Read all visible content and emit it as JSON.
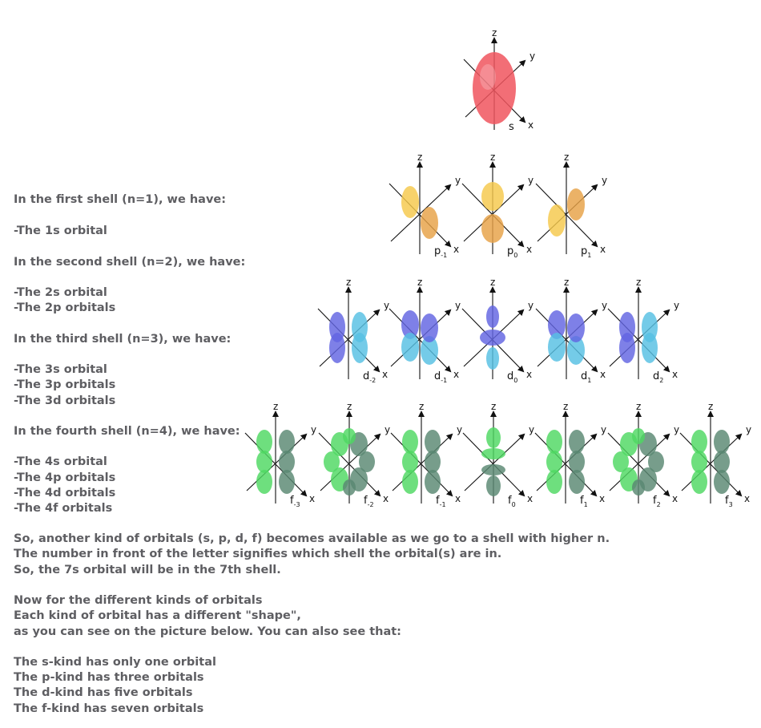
{
  "text_blocks": {
    "shell1_intro": "In the first shell (n=1), we have:",
    "shell1_items": [
      "-The 1s orbital"
    ],
    "shell2_intro": "In the second shell (n=2), we have:",
    "shell2_items": [
      "-The 2s orbital",
      "-The 2p orbitals"
    ],
    "shell3_intro": "In the third shell (n=3), we have:",
    "shell3_items": [
      "-The 3s orbital",
      "-The 3p orbitals",
      "-The 3d orbitals"
    ],
    "shell4_intro": "In the fourth shell (n=4), we have:",
    "shell4_items": [
      "-The 4s orbital",
      "-The 4p orbitals",
      "-The 4d orbitals",
      "-The 4f orbitals"
    ],
    "summary_lines": [
      "So, another kind of orbitals (s, p, d, f) becomes available as we go to a shell with higher n.",
      "The number in front of the letter signifies which shell the orbital(s) are in.",
      "So, the 7s orbital will be in the 7th shell."
    ],
    "kinds_intro_lines": [
      "Now for the different kinds of orbitals",
      "Each kind of orbital has a different \"shape\",",
      "as you can see on the picture below. You can also see that:"
    ],
    "kinds_lines": [
      "The s-kind has only one orbital",
      "The p-kind has three orbitals",
      "The d-kind has five orbitals",
      "The f-kind has seven orbitals"
    ]
  },
  "axis_labels": {
    "z": "z",
    "y": "y",
    "x": "x"
  },
  "orbital_rows": [
    {
      "kind": "s",
      "color": "#f0555e",
      "orbitals": [
        {
          "letter": "s",
          "sub": "",
          "lobes": "s"
        }
      ]
    },
    {
      "kind": "p",
      "color": "#f4c542",
      "orbitals": [
        {
          "letter": "p",
          "sub": "-1",
          "lobes": "py"
        },
        {
          "letter": "p",
          "sub": "0",
          "lobes": "pz"
        },
        {
          "letter": "p",
          "sub": "1",
          "lobes": "px"
        }
      ]
    },
    {
      "kind": "d",
      "color": "#5a5ce0",
      "orbitals": [
        {
          "letter": "d",
          "sub": "-2",
          "lobes": "d4"
        },
        {
          "letter": "d",
          "sub": "-1",
          "lobes": "dx"
        },
        {
          "letter": "d",
          "sub": "0",
          "lobes": "dz2"
        },
        {
          "letter": "d",
          "sub": "1",
          "lobes": "dx"
        },
        {
          "letter": "d",
          "sub": "2",
          "lobes": "d4"
        }
      ]
    },
    {
      "kind": "f",
      "color": "#45d65a",
      "orbitals": [
        {
          "letter": "f",
          "sub": "-3",
          "lobes": "f6"
        },
        {
          "letter": "f",
          "sub": "-2",
          "lobes": "f8"
        },
        {
          "letter": "f",
          "sub": "-1",
          "lobes": "f6"
        },
        {
          "letter": "f",
          "sub": "0",
          "lobes": "fz3"
        },
        {
          "letter": "f",
          "sub": "1",
          "lobes": "f6"
        },
        {
          "letter": "f",
          "sub": "2",
          "lobes": "f8"
        },
        {
          "letter": "f",
          "sub": "3",
          "lobes": "f6"
        }
      ]
    }
  ]
}
